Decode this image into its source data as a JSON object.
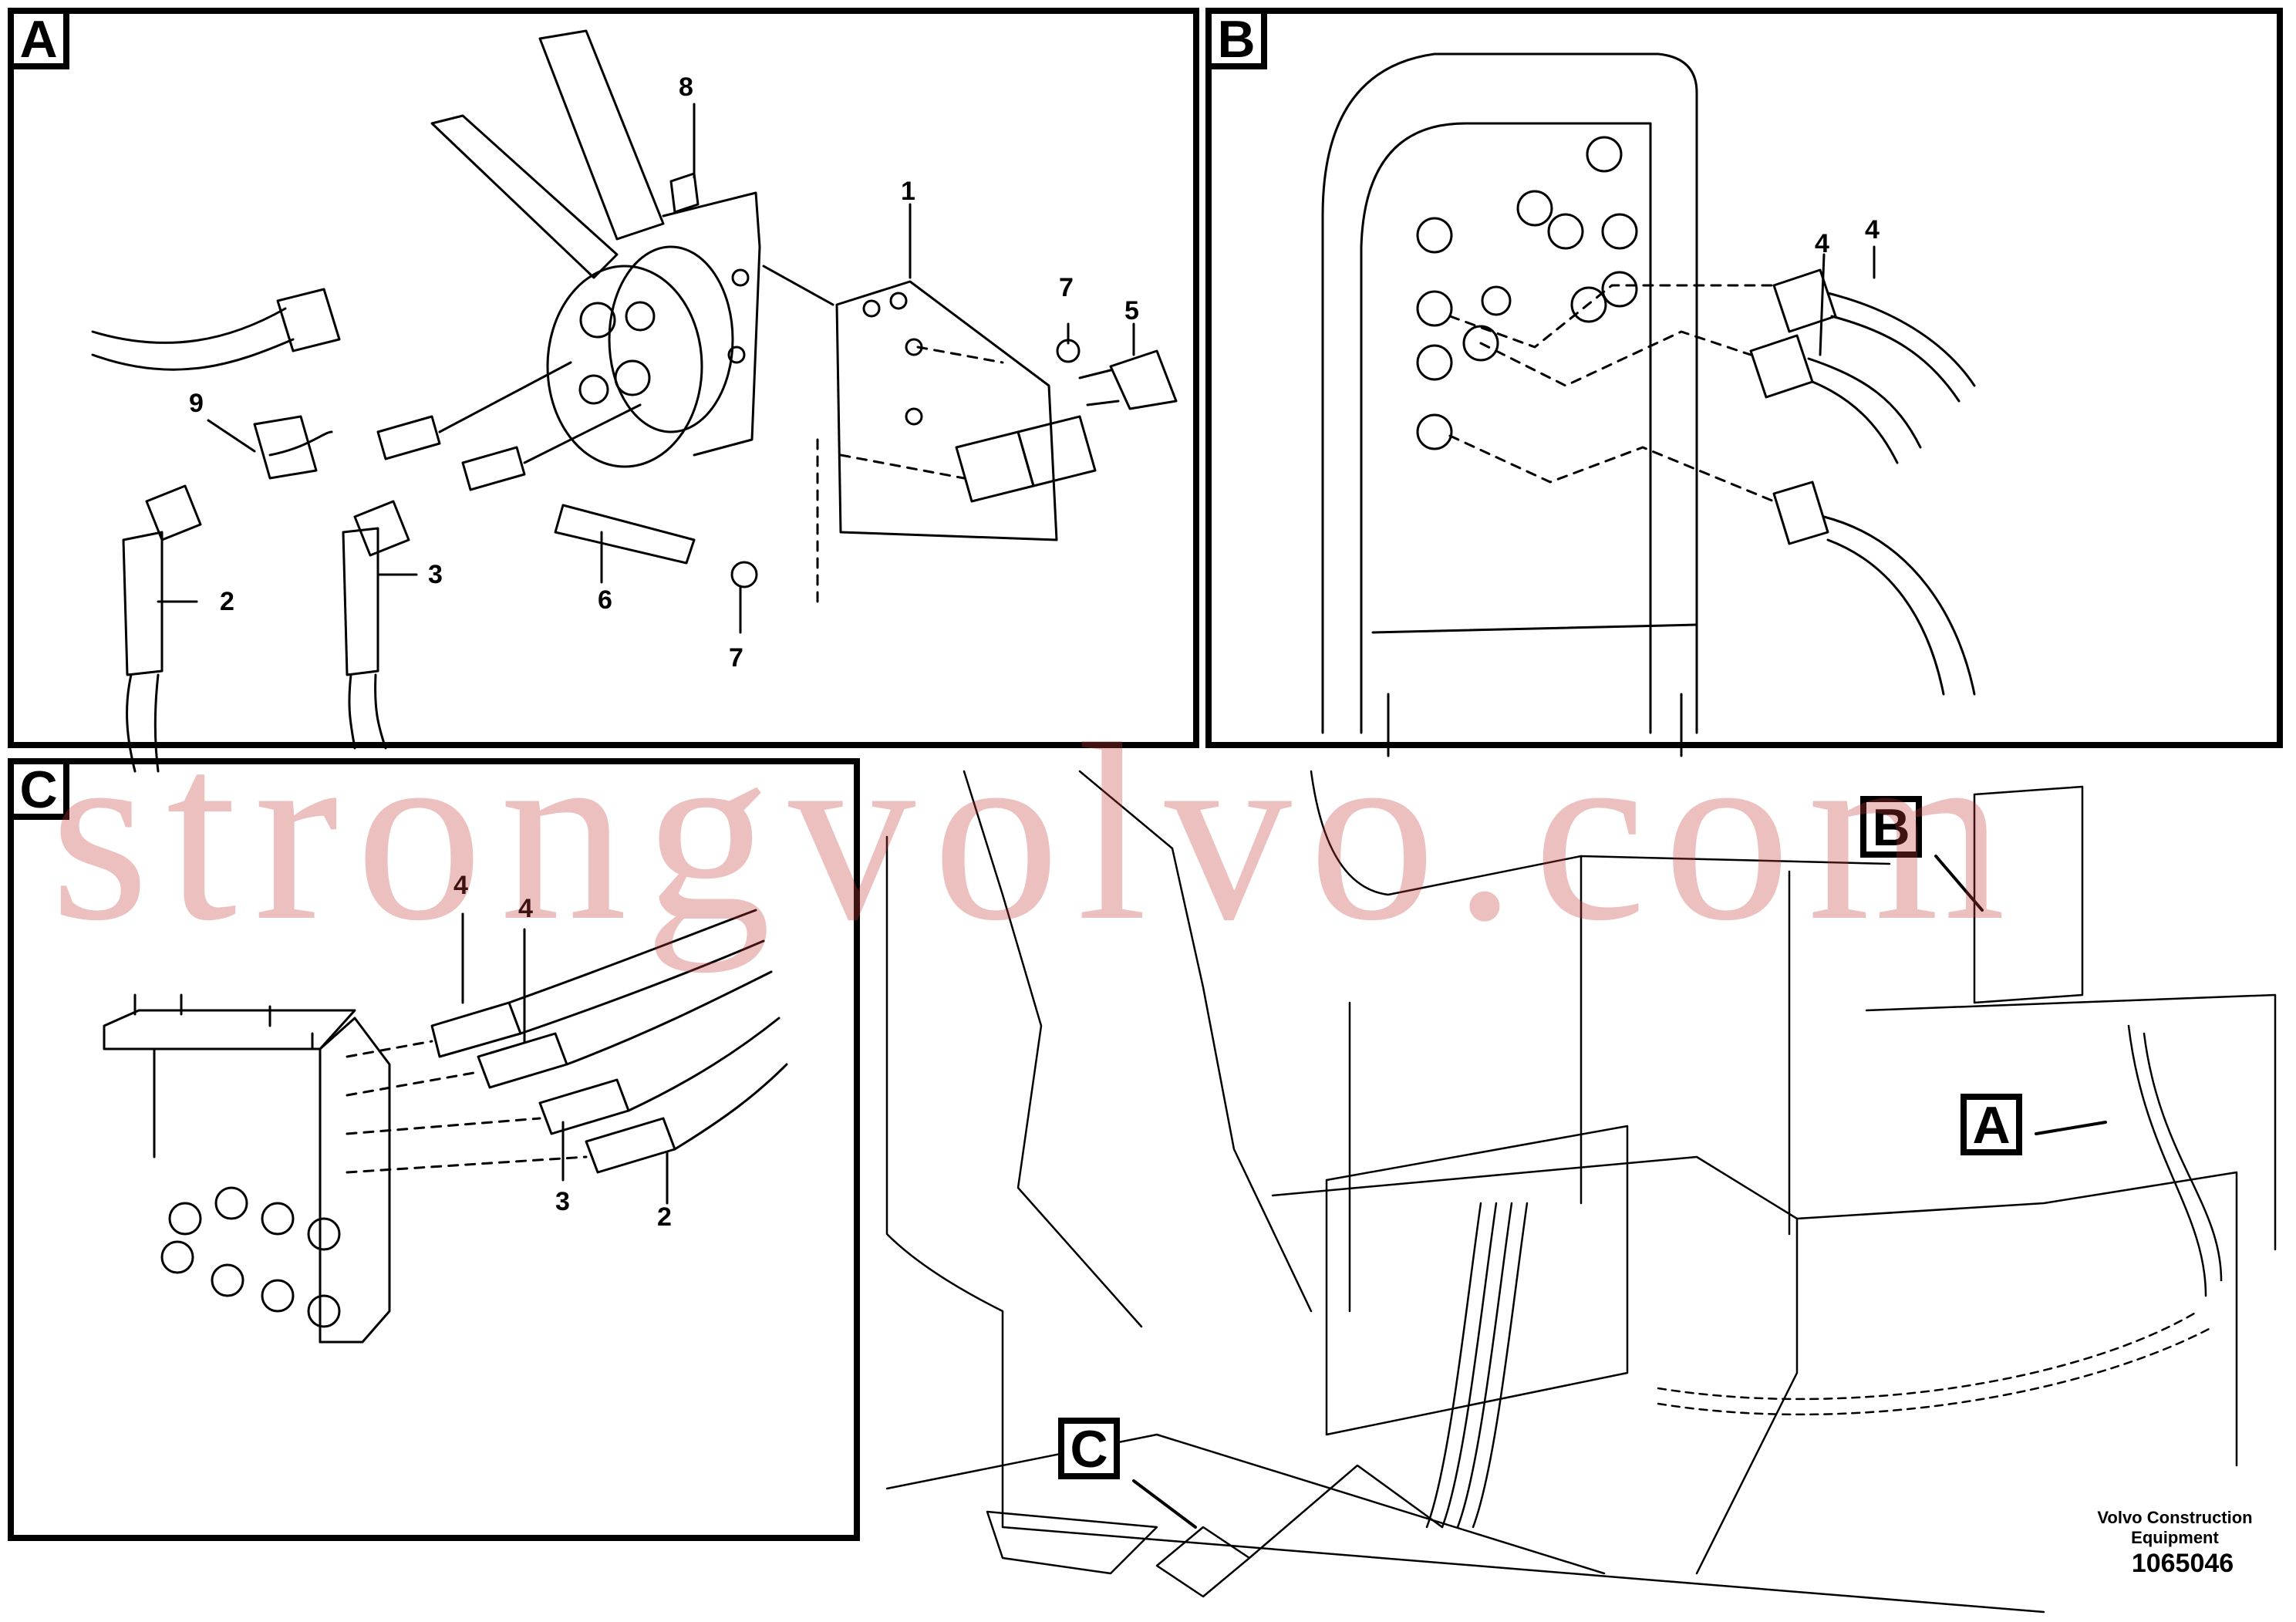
{
  "panels": {
    "a": {
      "label": "A",
      "callouts": [
        "8",
        "1",
        "9",
        "7",
        "5",
        "2",
        "3",
        "6",
        "7"
      ]
    },
    "b": {
      "label": "B",
      "callouts": [
        "4",
        "4"
      ]
    },
    "c": {
      "label": "C",
      "callouts": [
        "4",
        "4",
        "3",
        "2"
      ]
    }
  },
  "overview": {
    "tags": [
      "B",
      "A",
      "C"
    ]
  },
  "watermark": "strongvolvo.com",
  "footer": {
    "maker": "Volvo Construction Equipment",
    "document_number": "1065046"
  },
  "colors": {
    "line": "#000000",
    "watermark": "#c83c3c"
  }
}
